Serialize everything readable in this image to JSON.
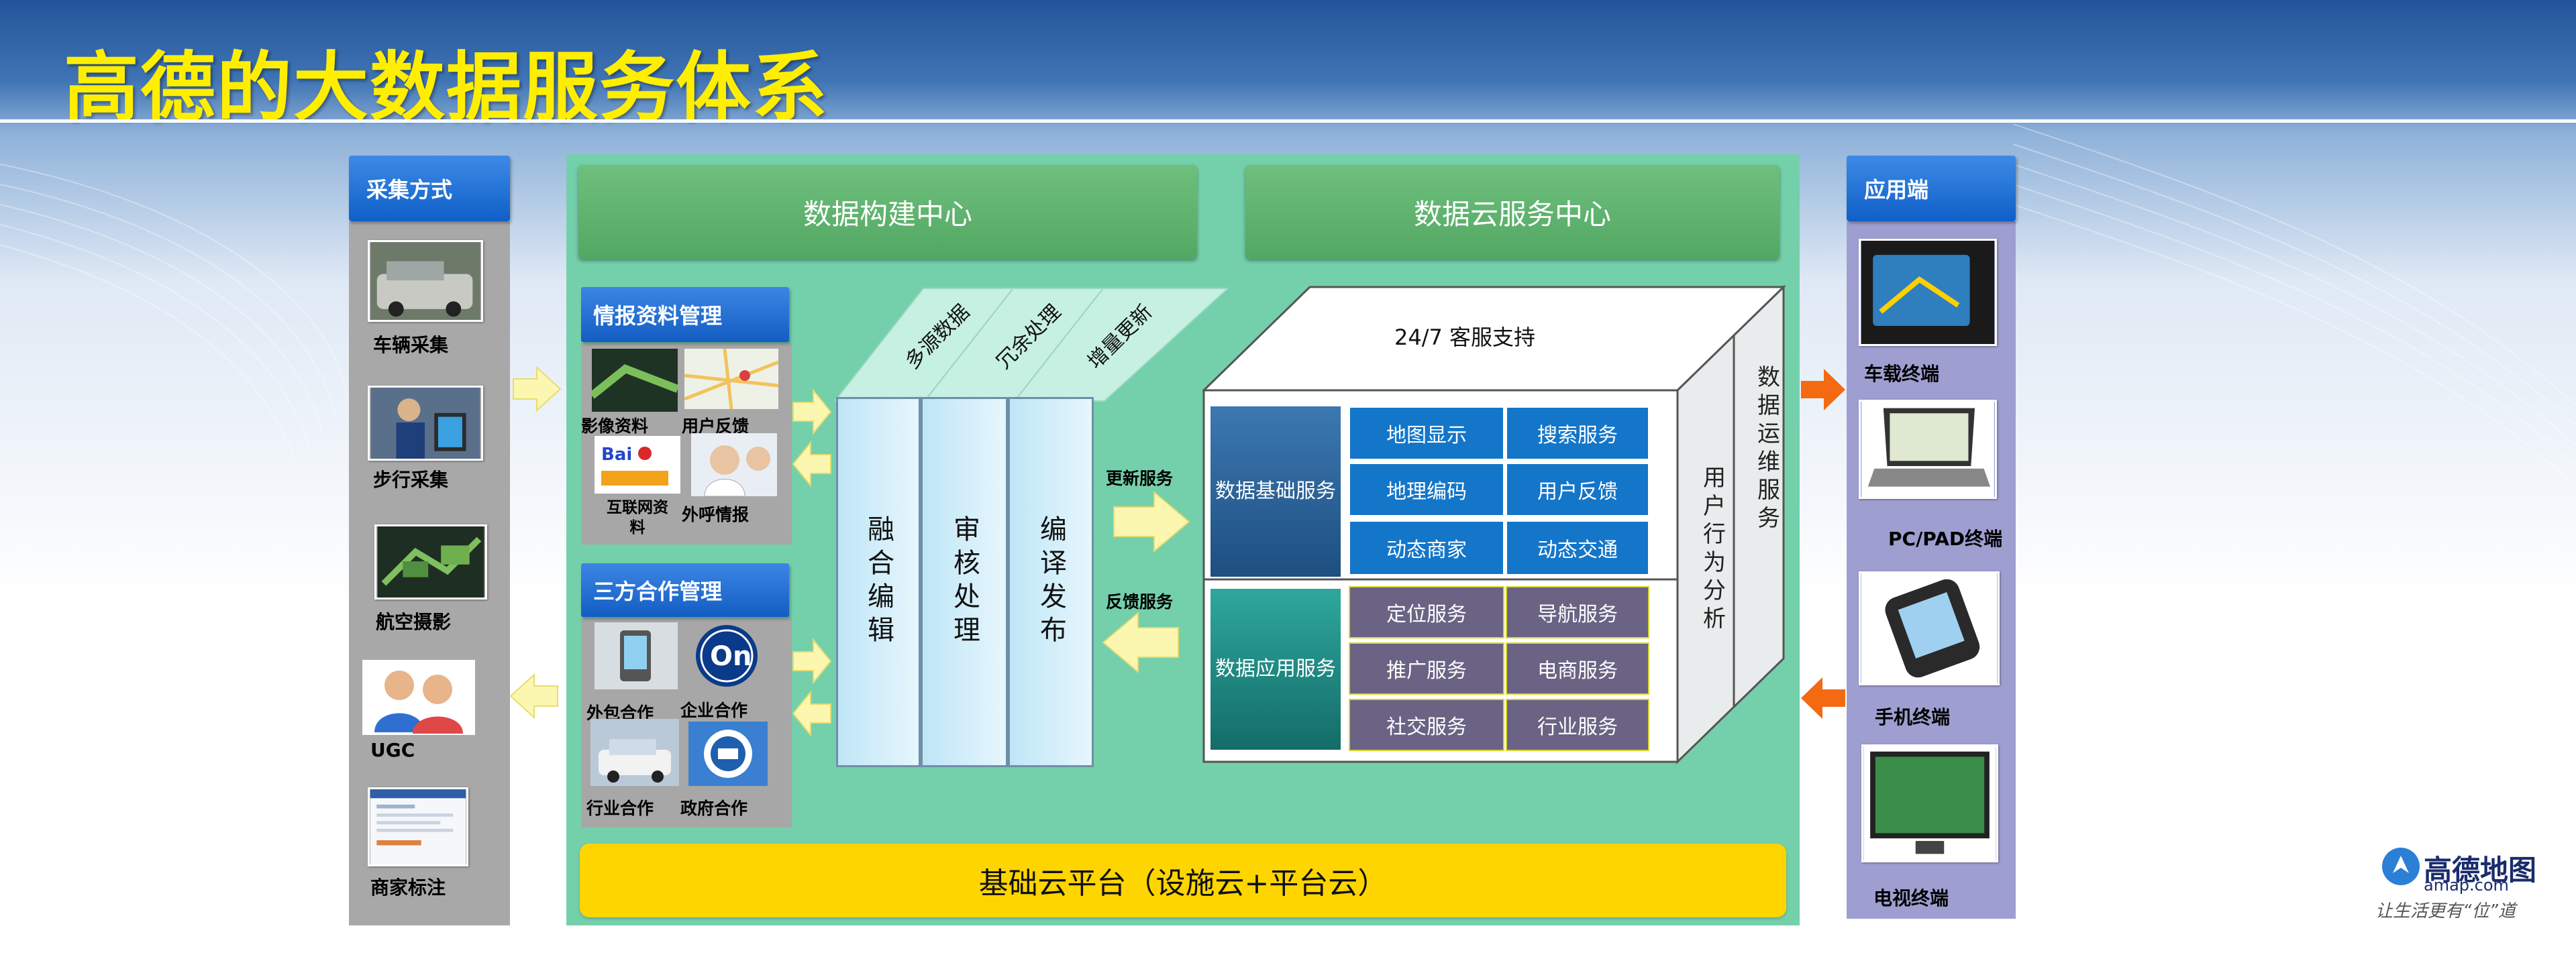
{
  "title": "高德的大数据服务体系",
  "collection": {
    "header": "采集方式",
    "items": [
      {
        "label": "车辆采集",
        "icon": "vehicle-photo"
      },
      {
        "label": "步行采集",
        "icon": "walking-photo"
      },
      {
        "label": "航空摄影",
        "icon": "aerial-photo"
      },
      {
        "label": "UGC",
        "icon": "users-icon"
      },
      {
        "label": "商家标注",
        "icon": "merchant-screenshot"
      }
    ]
  },
  "center": {
    "build_center": "数据构建中心",
    "cloud_center": "数据云服务中心",
    "intel_mgmt": {
      "header": "情报资料管理",
      "items": [
        "影像资料",
        "用户反馈",
        "互联网资料",
        "外呼情报"
      ]
    },
    "partner_mgmt": {
      "header": "三方合作管理",
      "items": [
        "外包合作",
        "企业合作",
        "行业合作",
        "政府合作"
      ]
    },
    "slant_labels": [
      "多源数据",
      "冗余处理",
      "增量更新"
    ],
    "process_columns": [
      "融合编辑",
      "审核处理",
      "编译发布"
    ],
    "arrows": {
      "update": "更新服务",
      "feedback": "反馈服务"
    },
    "cube": {
      "top_label": "24/7 客服支持",
      "base_service": "数据基础服务",
      "app_service": "数据应用服务",
      "base_cells": [
        "地图显示",
        "搜索服务",
        "地理编码",
        "用户反馈",
        "动态商家",
        "动态交通"
      ],
      "app_cells": [
        "定位服务",
        "导航服务",
        "推广服务",
        "电商服务",
        "社交服务",
        "行业服务"
      ],
      "side_user": "用户行为分析",
      "side_ops": "数据运维服务"
    },
    "platform": "基础云平台（设施云+平台云）"
  },
  "apps": {
    "header": "应用端",
    "items": [
      {
        "label": "车载终端",
        "icon": "car-terminal-photo"
      },
      {
        "label": "PC/PAD终端",
        "icon": "laptop-photo"
      },
      {
        "label": "手机终端",
        "icon": "phone-photo"
      },
      {
        "label": "电视终端",
        "icon": "tv-photo"
      }
    ]
  },
  "logo": {
    "name": "高德地图",
    "domain": "amap.com",
    "slogan": "让生活更有“位”道"
  },
  "colors": {
    "title": "#ffee00",
    "center_bg": "#74d0ab",
    "blue_header": "#1e6fd6",
    "base_service_dark": "#1d5a8c",
    "app_service_dark": "#1c7f78",
    "platform": "#ffd500"
  }
}
